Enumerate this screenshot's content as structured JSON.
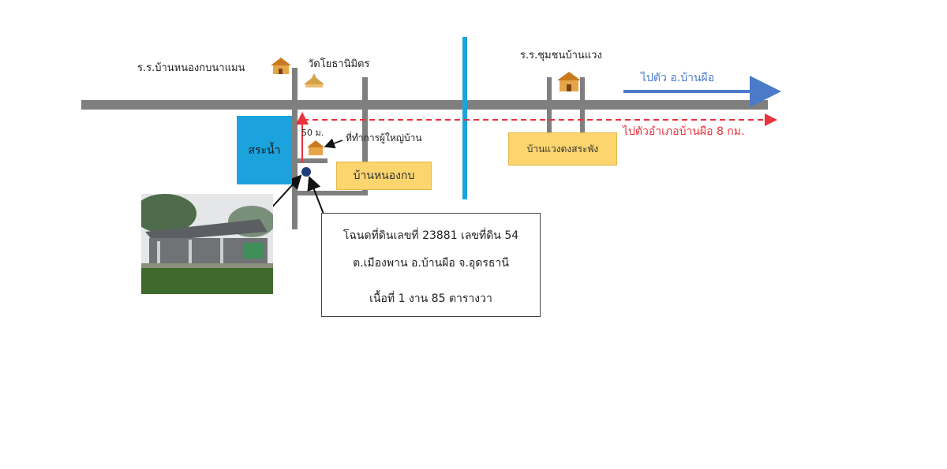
{
  "labels": {
    "school_nong_kop": "ร.ร.บ้านหนองกบนาแมน",
    "temple": "วัดโยธานิมิตร",
    "school_community": "ร.ร.ชุมชนบ้านแวง",
    "to_ban_phue": "ไปตัว อ.บ้านผือ",
    "to_district": "ไปตัวอำเภอบ้านผือ 8 กม.",
    "pond": "สระน้ำ",
    "distance": "50 ม.",
    "headman_office": "ที่ทำการผู้ใหญ่บ้าน",
    "ban_nong_kop": "บ้านหนองกบ",
    "ban_waeng": "บ้านแวงดงสระพัง"
  },
  "info": {
    "line1": "โฉนดที่ดินเลขที่ 23881  เลขที่ดิน 54",
    "line2": "ต.เมืองพาน อ.บ้านผือ จ.อุดรธานี",
    "line3": "เนื้อที่ 1 งาน  85 ตารางวา"
  },
  "colors": {
    "road": "#7f7f7f",
    "river": "#1ca3de",
    "arrow_blue": "#4a7ac8",
    "arrow_red": "#e8323c",
    "place_box": "#fdd56e",
    "house_icon": "#d98a2b"
  },
  "icons": [
    "school-icon",
    "temple-icon",
    "office-icon",
    "land-plot-marker"
  ]
}
